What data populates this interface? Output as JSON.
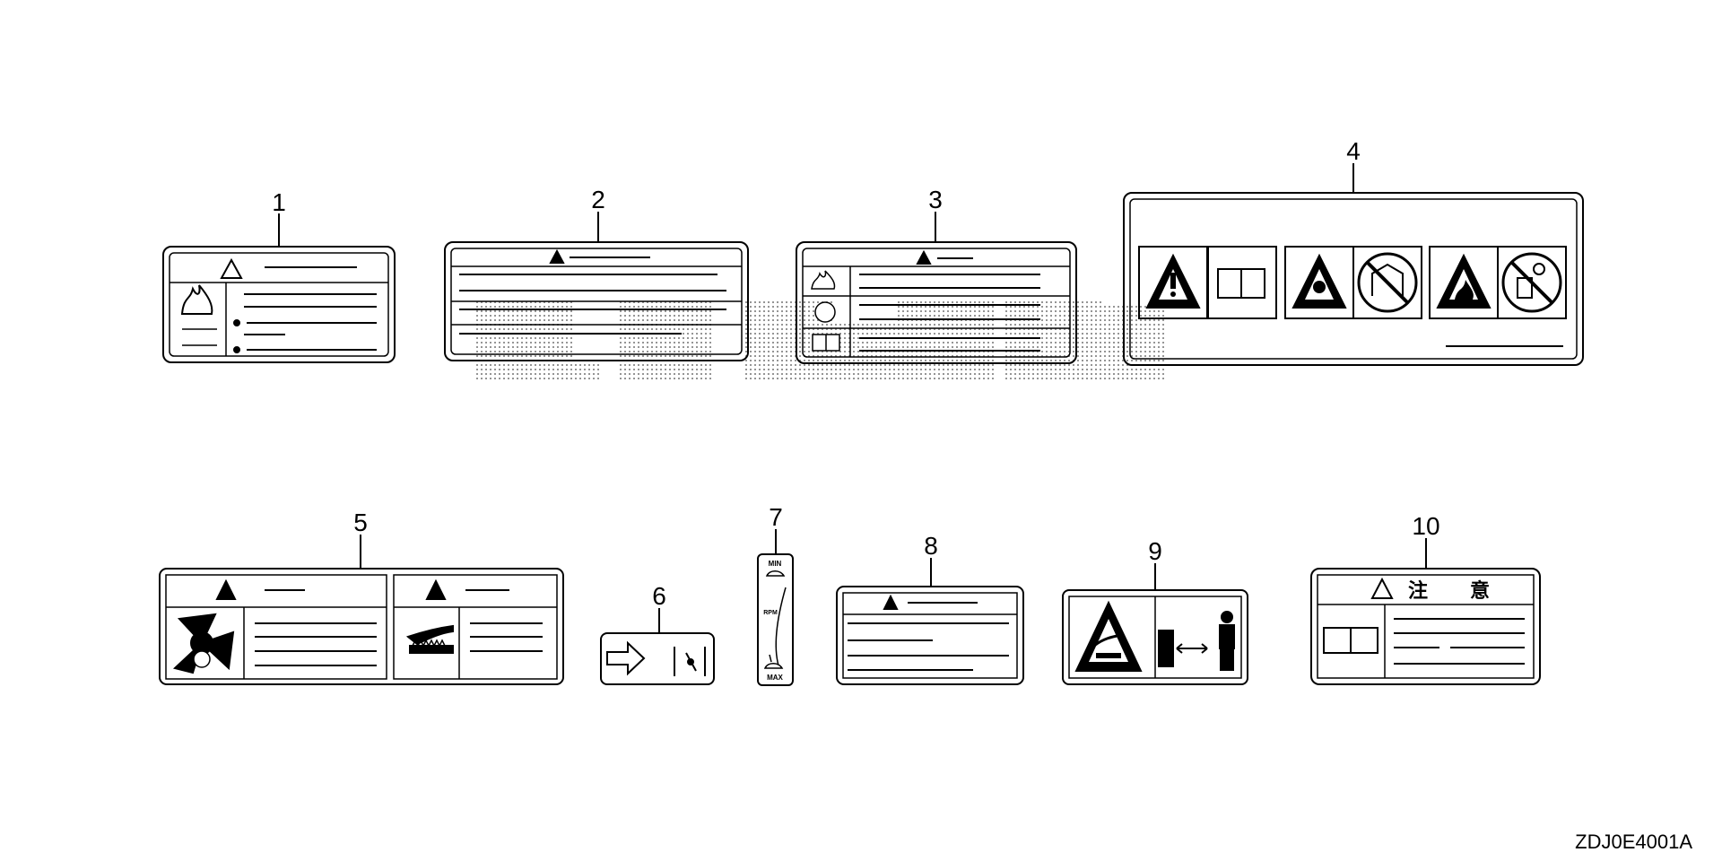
{
  "diagram": {
    "callouts": [
      "1",
      "2",
      "3",
      "4",
      "5",
      "6",
      "7",
      "8",
      "9",
      "10"
    ],
    "part_code": "ZDJ0E4001A",
    "label7": {
      "top": "MIN",
      "middle": "RPM",
      "bottom": "MAX"
    },
    "label10": {
      "title_char1": "注",
      "title_char2": "意"
    }
  }
}
